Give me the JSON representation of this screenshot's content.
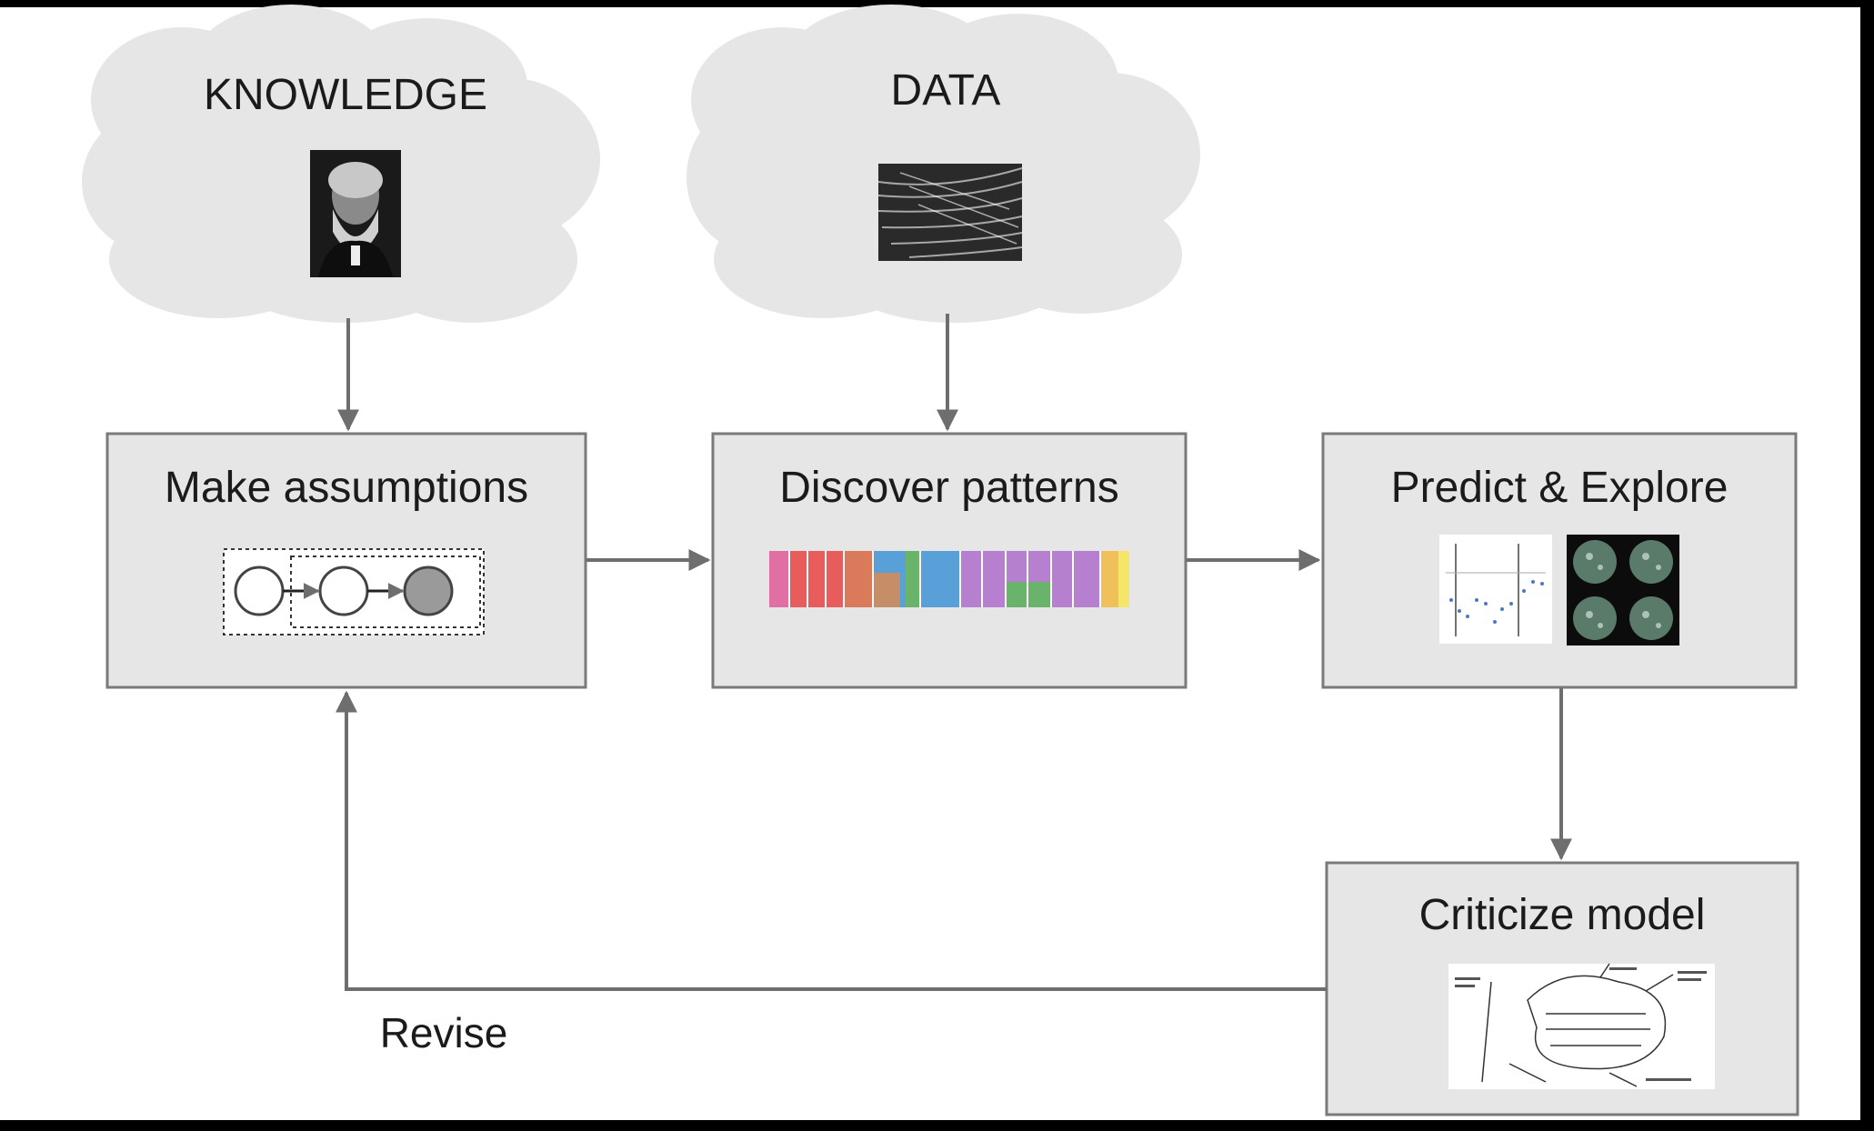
{
  "clouds": {
    "knowledge": {
      "label": "KNOWLEDGE"
    },
    "data": {
      "label": "DATA"
    }
  },
  "boxes": {
    "assumptions": {
      "title": "Make assumptions"
    },
    "patterns": {
      "title": "Discover patterns"
    },
    "predict": {
      "title": "Predict & Explore"
    },
    "criticize": {
      "title": "Criticize model"
    }
  },
  "loop": {
    "label": "Revise"
  },
  "colors": {
    "background": "#000000",
    "panel": "#ffffff",
    "cloud": "#e6e6e6",
    "box_fill": "#e6e6e6",
    "box_stroke": "#7a7a7a",
    "arrow": "#6e6e6e",
    "text": "#1b1b1b"
  },
  "icons": {
    "knowledge": "portrait-photo-icon",
    "data": "data-photo-icon",
    "assumptions": "graphical-model-icon",
    "patterns": "stacked-bar-thumbnail-icon",
    "predict": [
      "scatter-plot-thumbnail-icon",
      "brain-scan-thumbnail-icon"
    ],
    "criticize": "sketch-diagram-thumbnail-icon"
  }
}
